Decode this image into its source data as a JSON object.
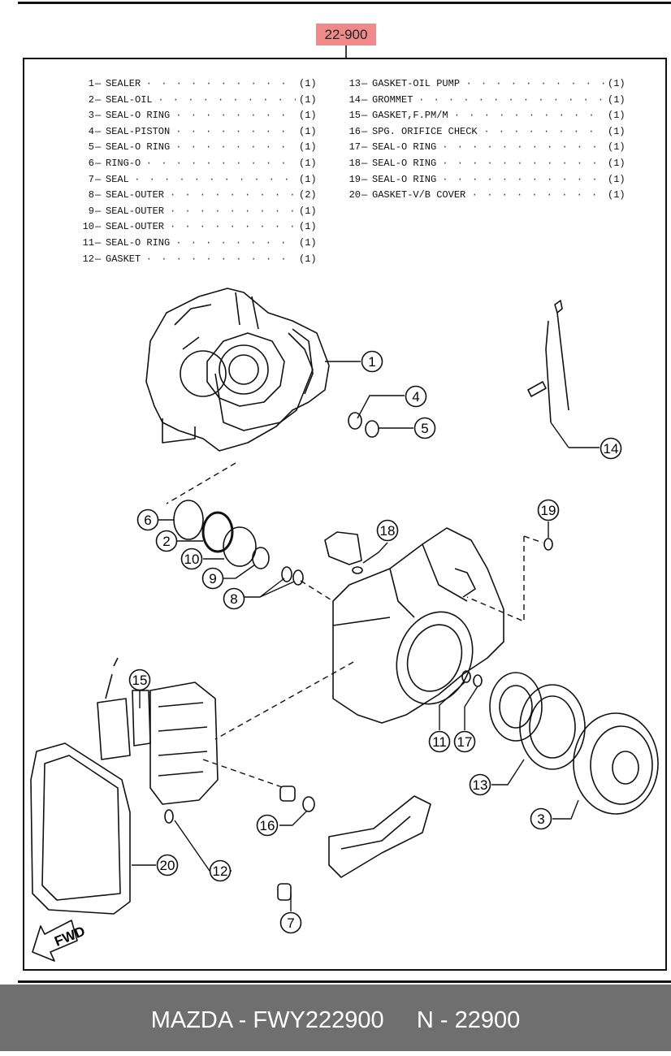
{
  "header": {
    "diagram_code": "22-900"
  },
  "parts_left": [
    {
      "num": "1",
      "name": "SEALER",
      "qty": "(1)"
    },
    {
      "num": "2",
      "name": "SEAL-OIL",
      "qty": "(1)"
    },
    {
      "num": "3",
      "name": "SEAL-O RING",
      "qty": "(1)"
    },
    {
      "num": "4",
      "name": "SEAL-PISTON",
      "qty": "(1)"
    },
    {
      "num": "5",
      "name": "SEAL-O RING",
      "qty": "(1)"
    },
    {
      "num": "6",
      "name": "RING-O",
      "qty": "(1)"
    },
    {
      "num": "7",
      "name": "SEAL",
      "qty": "(1)"
    },
    {
      "num": "8",
      "name": "SEAL-OUTER",
      "qty": "(2)"
    },
    {
      "num": "9",
      "name": "SEAL-OUTER",
      "qty": "(1)"
    },
    {
      "num": "10",
      "name": "SEAL-OUTER",
      "qty": "(1)"
    },
    {
      "num": "11",
      "name": "SEAL-O RING",
      "qty": "(1)"
    },
    {
      "num": "12",
      "name": "GASKET",
      "qty": "(1)"
    }
  ],
  "parts_right": [
    {
      "num": "13",
      "name": "GASKET-OIL PUMP",
      "qty": "(1)"
    },
    {
      "num": "14",
      "name": "GROMMET",
      "qty": "(1)"
    },
    {
      "num": "15",
      "name": "GASKET,F.PM/M",
      "qty": "(1)"
    },
    {
      "num": "16",
      "name": "SPG. ORIFICE CHECK",
      "qty": "(1)"
    },
    {
      "num": "17",
      "name": "SEAL-O RING",
      "qty": "(1)"
    },
    {
      "num": "18",
      "name": "SEAL-O RING",
      "qty": "(1)"
    },
    {
      "num": "19",
      "name": "SEAL-O RING",
      "qty": "(1)"
    },
    {
      "num": "20",
      "name": "GASKET-V/B COVER",
      "qty": "(1)"
    }
  ],
  "callouts": [
    "1",
    "2",
    "3",
    "4",
    "5",
    "6",
    "7",
    "8",
    "9",
    "10",
    "11",
    "12",
    "13",
    "14",
    "15",
    "16",
    "17",
    "18",
    "19",
    "20"
  ],
  "fwd_label": "FWD",
  "footer": {
    "brand": "MAZDA",
    "part_number": "FWY222900",
    "ref": "N - 22900"
  }
}
